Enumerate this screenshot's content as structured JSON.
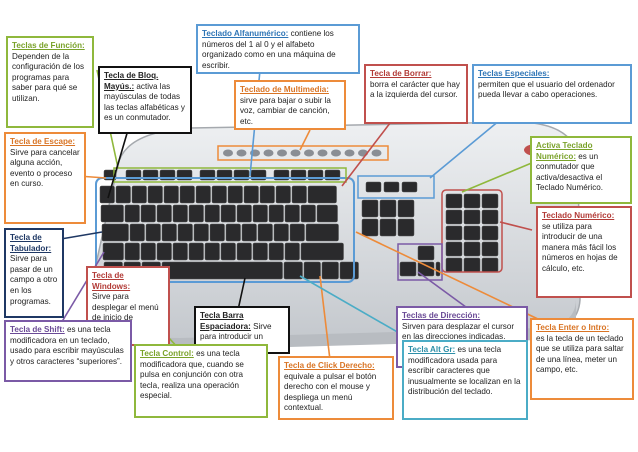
{
  "colors": {
    "green": "#8fb83c",
    "black": "#111111",
    "blue": "#5b9bd5",
    "orange": "#ed8b3a",
    "red": "#c0504d",
    "purple": "#7b5aa6",
    "navy": "#1f3864",
    "teal": "#4bacc6",
    "keyboard_body": "#dcdfe3",
    "key": "#2a2a2c"
  },
  "callouts": {
    "funcion": {
      "title": "Teclas de Función:",
      "body": "Dependen de la configuración de los programas para saber para qué se utilizan."
    },
    "bloq_mayus": {
      "title": "Tecla de Bloq. Mayús.:",
      "body": "activa las mayúsculas de todas las teclas alfabéticas y es un conmutador."
    },
    "alfanumerico": {
      "title": "Teclado Alfanumérico:",
      "body": "contiene los números del 1 al 0 y el alfabeto organizado como en una máquina de escribir."
    },
    "multimedia": {
      "title": "Teclado de Multimedia:",
      "body": "sirve para bajar o subir la voz, cambiar de canción, etc."
    },
    "borrar": {
      "title": "Tecla de Borrar:",
      "body": "borra el carácter que hay a la izquierda del cursor."
    },
    "especiales": {
      "title": "Teclas Especiales:",
      "body": "permiten que el usuario del ordenador pueda llevar a cabo operaciones."
    },
    "escape": {
      "title": "Tecla de Escape:",
      "body": "Sirve para cancelar alguna acción, evento o proceso en curso."
    },
    "activa_numerico": {
      "title": "Activa Teclado Numérico:",
      "body": "es un conmutador que activa/desactiva el Teclado Numérico."
    },
    "numerico": {
      "title": "Teclado Numérico:",
      "body": "se utiliza para introducir de una manera más fácil los números en hojas de cálculo, etc."
    },
    "tabulador": {
      "title": "Tecla de Tabulador:",
      "body": "Sirve para pasar de un campo a otro en los programas."
    },
    "windows": {
      "title": "Tecla de Windows:",
      "body": "Sirve para desplegar el menú de inicio de Windows."
    },
    "barra": {
      "title": "Tecla Barra Espaciadora:",
      "body": "Sirve para introducir un espacio."
    },
    "direccion": {
      "title": "Teclas de Dirección:",
      "body": "Sirven para desplazar el cursor en las direcciones indicadas."
    },
    "enter": {
      "title": "Tecla Enter o Intro:",
      "body": "es la tecla de un teclado que se utiliza para saltar de una línea, meter un campo, etc."
    },
    "shift": {
      "title": "Tecla de Shift:",
      "body": "es una tecla modificadora en un teclado, usado para escribir mayúsculas y otros caracteres “superiores”."
    },
    "control": {
      "title": "Tecla Control:",
      "body": "es una tecla modificadora que, cuando se pulsa en conjunción con otra tecla, realiza una operación especial."
    },
    "click_derecho": {
      "title": "Tecla de Click Derecho:",
      "body": "equivale a pulsar el botón derecho con el mouse y despliega un menú contextual."
    },
    "alt_gr": {
      "title": "Tecla Alt Gr:",
      "body": "es una tecla modificadora usada para escribir caracteres que inusualmente se localizan en la distribución del teclado."
    }
  }
}
